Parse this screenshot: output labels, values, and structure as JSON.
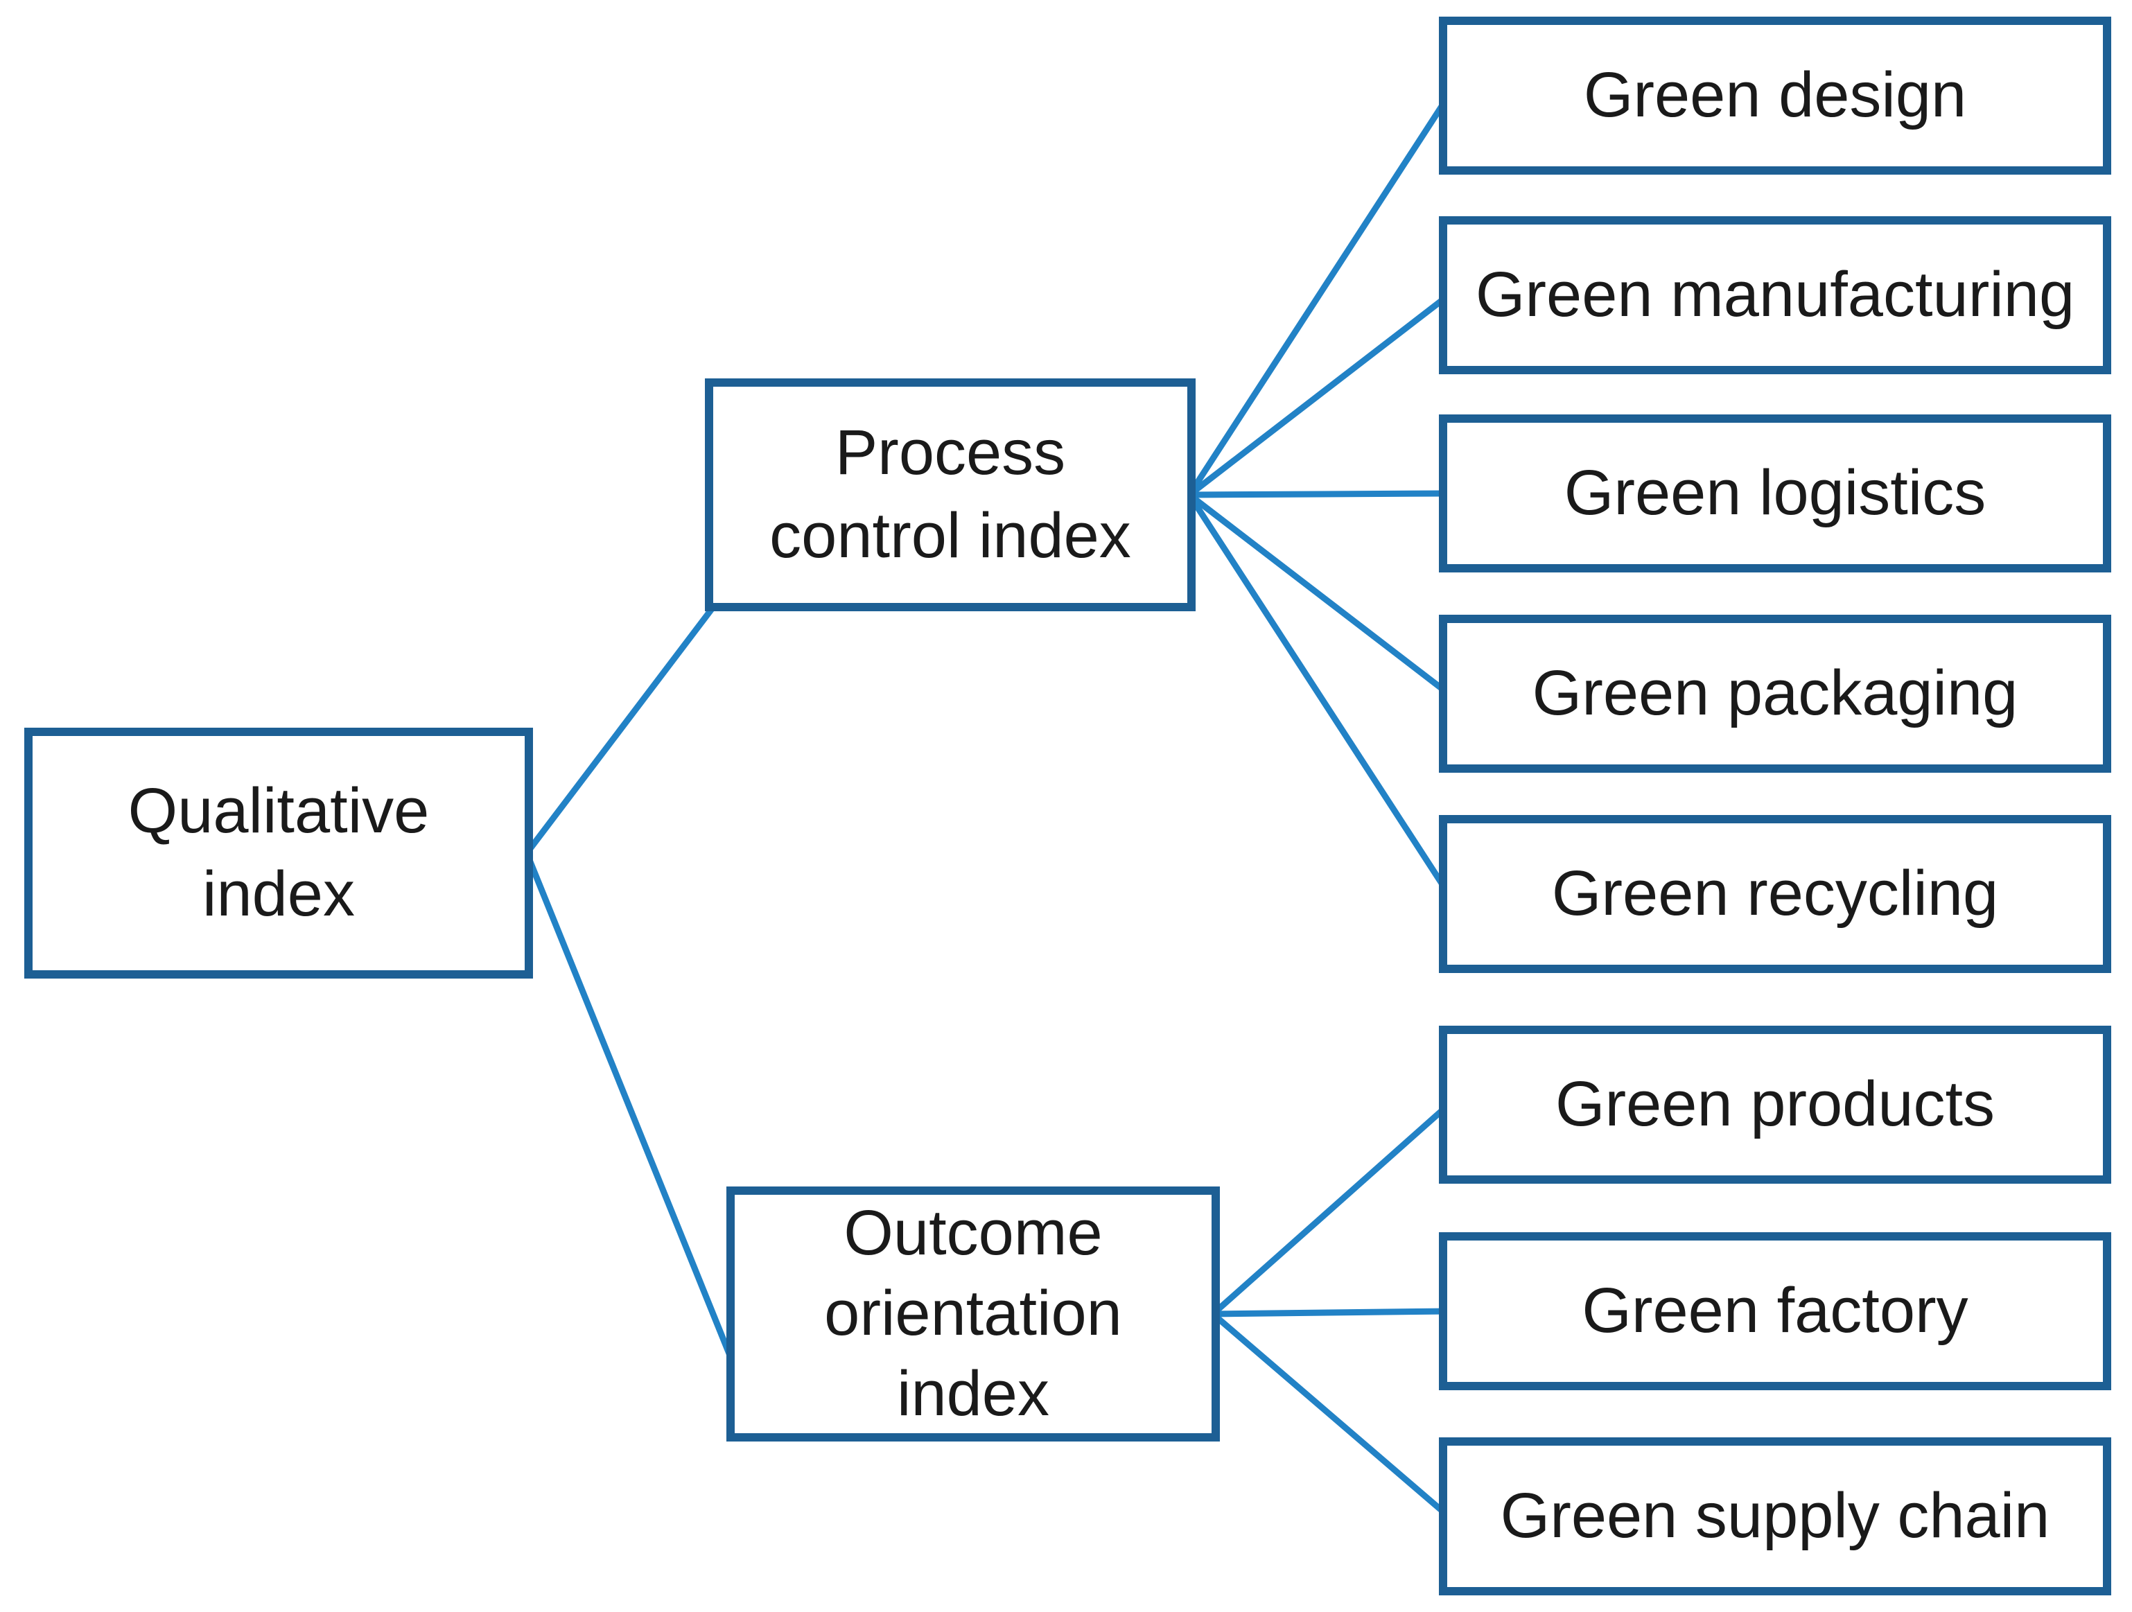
{
  "figure": {
    "background": "#ffffff",
    "colors": {
      "box_border": "#1d5f94",
      "box_fill": "#ffffff",
      "connector": "#2282c6",
      "text": "#1a1a1a"
    }
  },
  "diagram": {
    "type": "tree",
    "orientation": "left-to-right",
    "root": {
      "id": "qualitative-index",
      "label": "Qualitative\nindex"
    },
    "branches": [
      {
        "id": "process-control-index",
        "label": "Process\ncontrol index",
        "children": [
          {
            "id": "green-design",
            "label": "Green design"
          },
          {
            "id": "green-manufacturing",
            "label": "Green manufacturing"
          },
          {
            "id": "green-logistics",
            "label": "Green logistics"
          },
          {
            "id": "green-packaging",
            "label": "Green packaging"
          },
          {
            "id": "green-recycling",
            "label": "Green recycling"
          }
        ]
      },
      {
        "id": "outcome-orientation-index",
        "label": "Outcome\norientation\nindex",
        "children": [
          {
            "id": "green-products",
            "label": "Green products"
          },
          {
            "id": "green-factory",
            "label": "Green factory"
          },
          {
            "id": "green-supply-chain",
            "label": "Green supply chain"
          }
        ]
      }
    ]
  }
}
